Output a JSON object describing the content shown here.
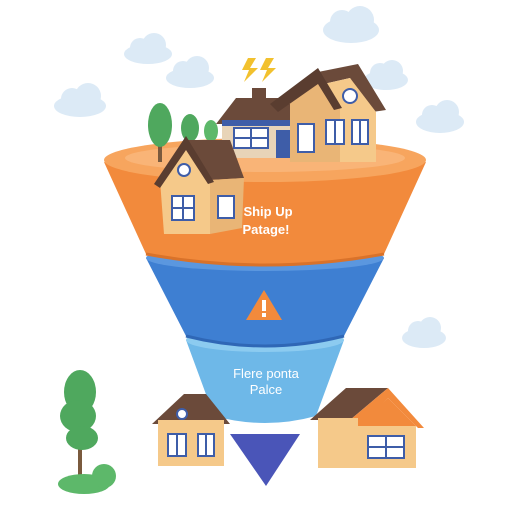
{
  "funnel": {
    "stages": [
      {
        "label_line1": "Ship Up",
        "label_line2": "Patage!",
        "color": "#F28A3C"
      },
      {
        "icon": "warning-icon",
        "color": "#3E7FD2"
      },
      {
        "label_line1": "Flere ponta",
        "label_line2": "Palce",
        "color": "#6EB8E8"
      },
      {
        "color": "#4A55B8"
      }
    ]
  },
  "colors": {
    "orange": "#F28A3C",
    "blue": "#3E7FD2",
    "light_blue": "#6EB8E8",
    "indigo": "#4A55B8",
    "house_wall": "#F5C98A",
    "roof": "#6B4A3A",
    "tree": "#4FA85E",
    "cloud": "#DCEAF6",
    "spark": "#F2C12E"
  },
  "icons": [
    "cloud-icon",
    "tree-icon",
    "house-icon",
    "spark-icon",
    "warning-icon"
  ]
}
